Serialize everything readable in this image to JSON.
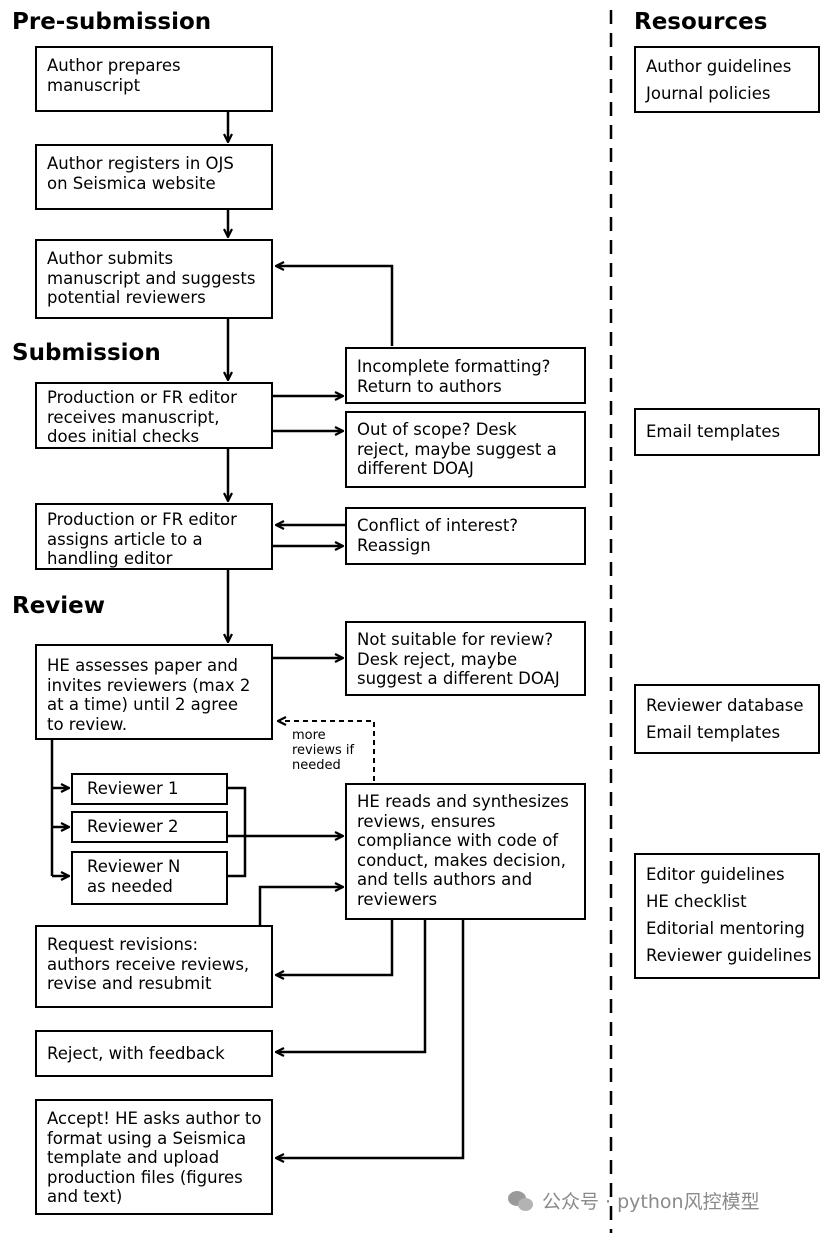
{
  "sections": {
    "pre_submission": "Pre-submission",
    "submission": "Submission",
    "review": "Review",
    "resources": "Resources"
  },
  "steps": {
    "prepare": [
      "Author prepares",
      "manuscript"
    ],
    "register": [
      "Author registers in OJS",
      "on Seismica website"
    ],
    "submit": [
      "Author submits",
      "manuscript and suggests",
      "potential reviewers"
    ],
    "initial_checks": [
      "Production or FR editor",
      "receives manuscript,",
      "does initial checks"
    ],
    "incomplete": [
      "Incomplete formatting?",
      "Return to authors"
    ],
    "out_of_scope": [
      "Out of scope? Desk",
      "reject, maybe suggest a",
      "different DOAJ"
    ],
    "assign": [
      "Production or FR editor",
      "assigns article to a",
      "handling editor"
    ],
    "conflict": [
      "Conflict of interest?",
      "Reassign"
    ],
    "he_assess": [
      "HE assesses paper and",
      "invites reviewers (max 2",
      "at a time) until 2 agree",
      "to review."
    ],
    "not_suitable": [
      "Not suitable for review?",
      "Desk reject, maybe",
      "suggest a different DOAJ"
    ],
    "reviewer1": [
      "Reviewer 1"
    ],
    "reviewer2": [
      "Reviewer 2"
    ],
    "reviewerN": [
      "Reviewer N",
      "as needed"
    ],
    "he_reads": [
      "HE reads and synthesizes",
      "reviews, ensures",
      "compliance with code of",
      "conduct, makes decision,",
      "and tells authors and",
      "reviewers"
    ],
    "revisions": [
      "Request revisions:",
      "authors receive reviews,",
      "revise and resubmit"
    ],
    "reject": [
      "Reject, with feedback"
    ],
    "accept": [
      "Accept! HE asks author to",
      "format using a Seismica",
      "template and upload",
      "production files (figures",
      "and text)"
    ]
  },
  "note_more_reviews": [
    "more",
    "reviews if",
    "needed"
  ],
  "resources": {
    "group1": [
      "Author guidelines",
      "Journal policies"
    ],
    "group2": [
      "Email templates"
    ],
    "group3": [
      "Reviewer database",
      "Email templates"
    ],
    "group4": [
      "Editor guidelines",
      "HE checklist",
      "Editorial mentoring",
      "Reviewer guidelines"
    ]
  },
  "watermark": "公众号 · python风控模型"
}
